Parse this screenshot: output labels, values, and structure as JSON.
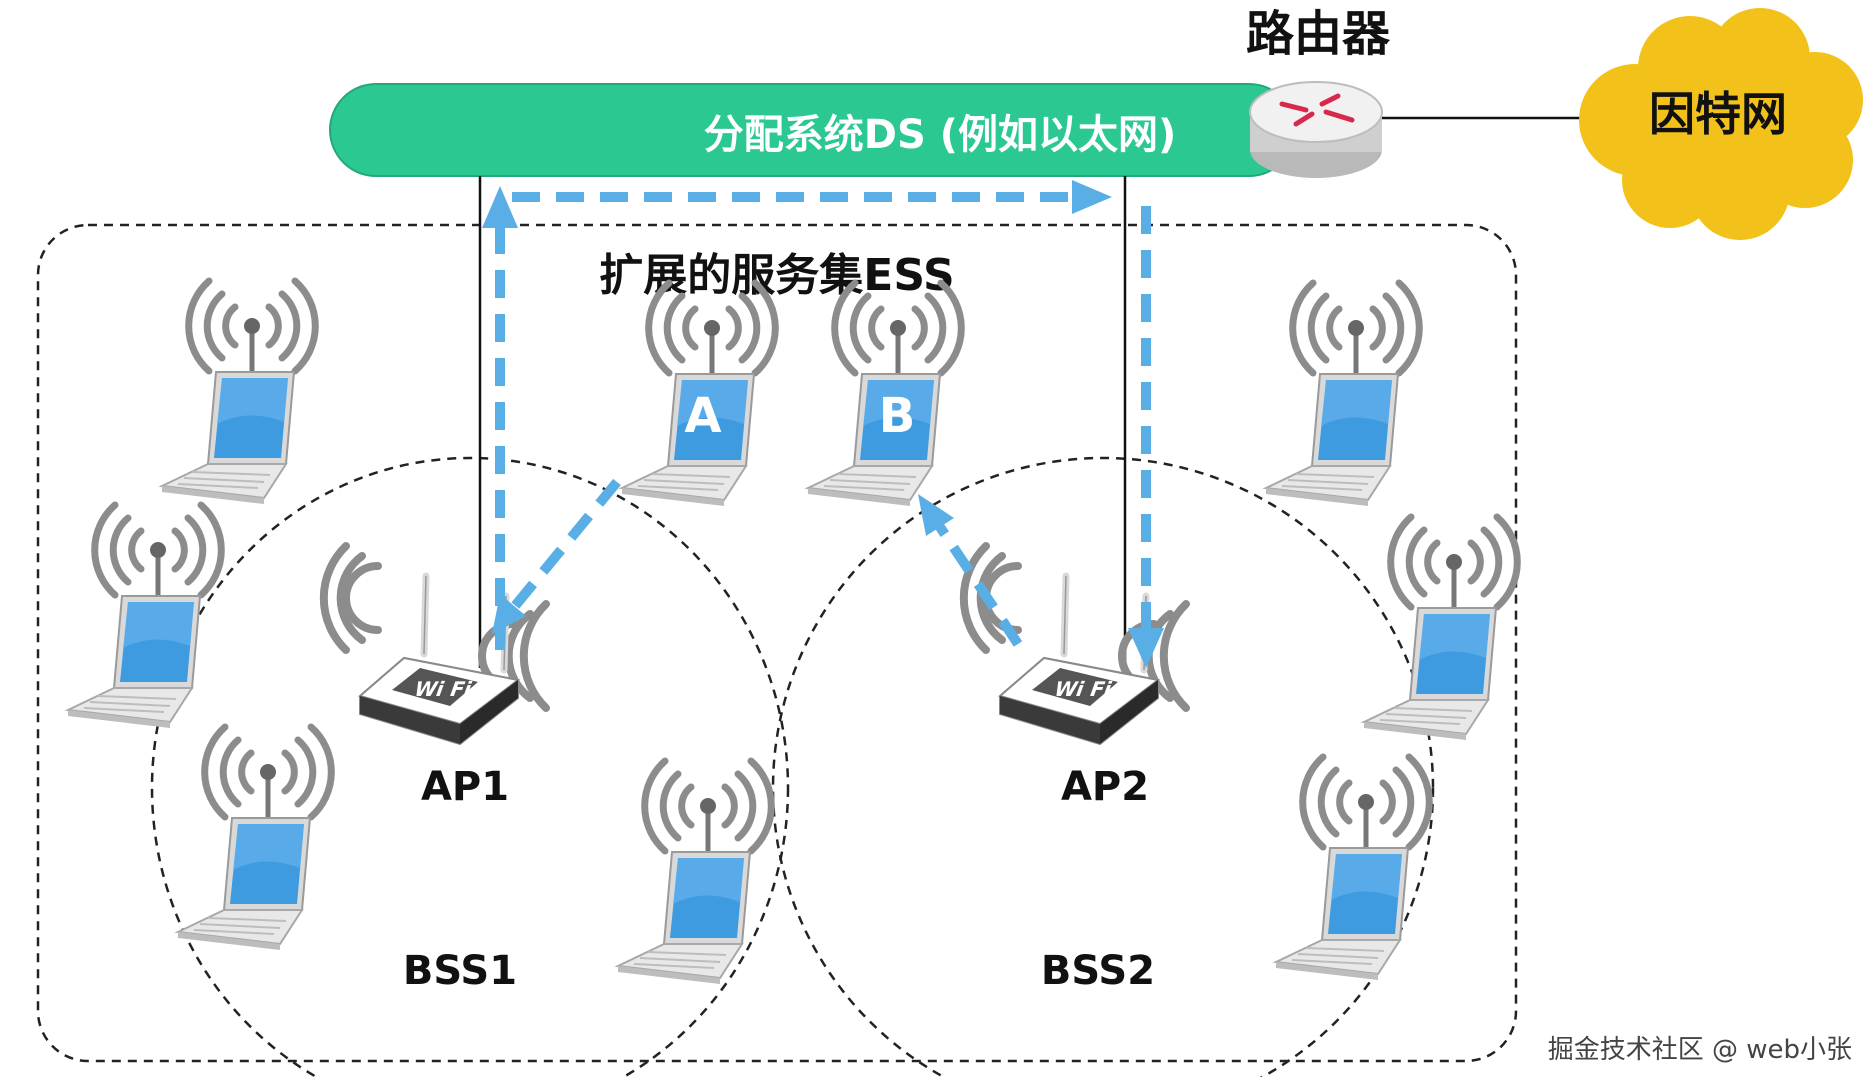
{
  "labels": {
    "router": "路由器",
    "ds_bar": "分配系统DS (例如以太网)",
    "internet": "因特网",
    "ess": "扩展的服务集ESS",
    "ap1": "AP1",
    "ap2": "AP2",
    "bss1": "BSS1",
    "bss2": "BSS2",
    "station_a": "A",
    "station_b": "B",
    "watermark": "掘金技术社区 @ web小张"
  },
  "colors": {
    "ds_bar": "#2cc892",
    "internet_cloud": "#f2c21b",
    "flow_arrow": "#5aaee6",
    "laptop_screen": "#3f9be0",
    "router_accent": "#d8284b"
  },
  "icons": {
    "router": "router-icon",
    "cloud": "cloud-icon",
    "access_point": "wifi-access-point-icon",
    "laptop": "laptop-with-antenna-icon"
  }
}
